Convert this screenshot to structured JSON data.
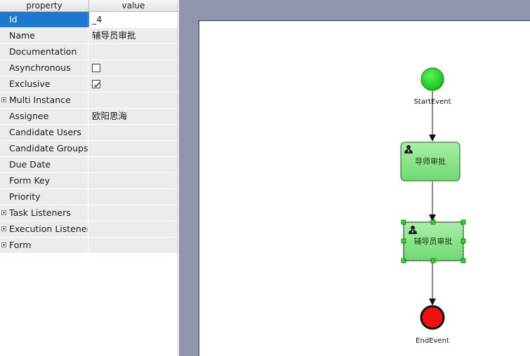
{
  "property_grid": {
    "headers": {
      "property": "property",
      "value": "value"
    },
    "rows": [
      {
        "key": "Id",
        "value": "_4",
        "selected": true
      },
      {
        "key": "Name",
        "value": "辅导员审批"
      },
      {
        "key": "Documentation",
        "value": ""
      },
      {
        "key": "Asynchronous",
        "checkbox": false
      },
      {
        "key": "Exclusive",
        "checkbox": true
      },
      {
        "key": "Multi Instance",
        "value": "",
        "expandable": true
      },
      {
        "key": "Assignee",
        "value": "欧阳思海"
      },
      {
        "key": "Candidate Users",
        "value": ""
      },
      {
        "key": "Candidate Groups",
        "value": ""
      },
      {
        "key": "Due Date",
        "value": ""
      },
      {
        "key": "Form Key",
        "value": ""
      },
      {
        "key": "Priority",
        "value": ""
      },
      {
        "key": "Task Listeners",
        "value": "",
        "expandable": true
      },
      {
        "key": "Execution Listeners",
        "value": "",
        "expandable": true
      },
      {
        "key": "Form",
        "value": "",
        "expandable": true
      }
    ]
  },
  "diagram": {
    "start_event": {
      "label": "StartEvent",
      "color": "#22dd22"
    },
    "task1": {
      "label": "导师审批",
      "icon": "user-task-icon"
    },
    "task2": {
      "label": "辅导员审批",
      "icon": "user-task-icon",
      "selected": true
    },
    "end_event": {
      "label": "EndEvent",
      "color": "#ee1111"
    }
  },
  "colors": {
    "selection": "#1c78d0",
    "canvas_bg": "#8e95ad",
    "task_fill": "#8ee88e",
    "handle": "#22dd22"
  }
}
